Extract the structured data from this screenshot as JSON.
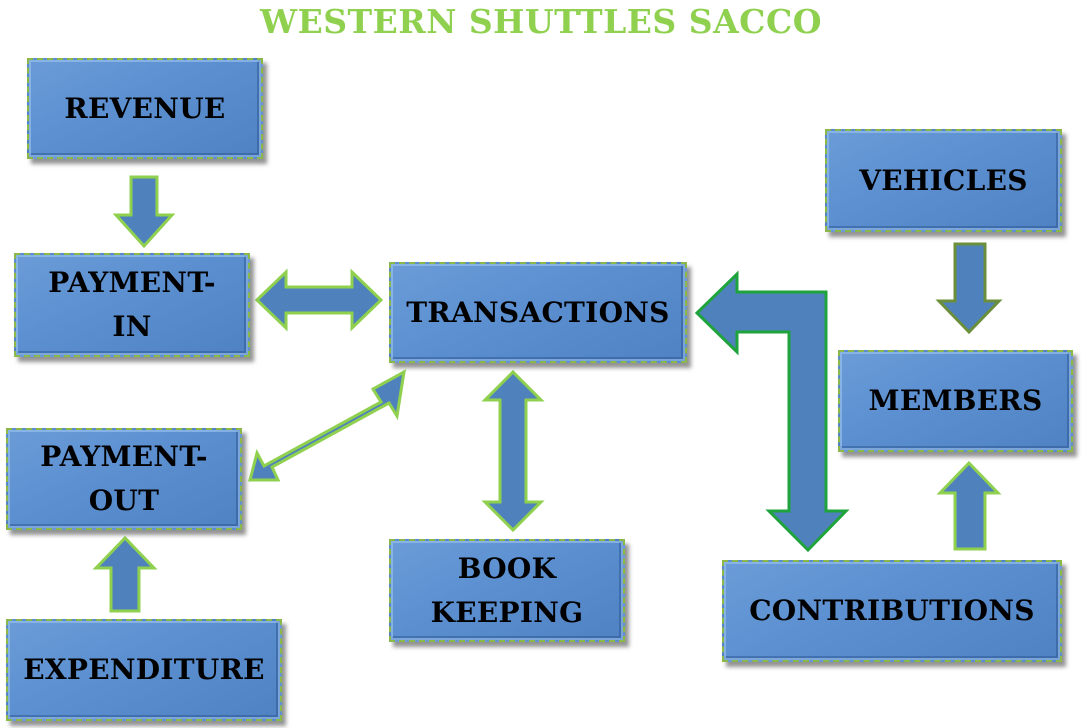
{
  "title": "WESTERN SHUTTLES SACCO",
  "colors": {
    "title": "#8fd14f",
    "box_fill": "#5b8fd0",
    "box_border": "#8cb84a",
    "arrow_fill": "#4f81bd",
    "arrow_outline_light": "#8fd14f",
    "arrow_outline_dark": "#1fa33c"
  },
  "nodes": {
    "revenue": {
      "label": "REVENUE"
    },
    "payment_in": {
      "label": "PAYMENT-\nIN"
    },
    "transactions": {
      "label": "TRANSACTIONS"
    },
    "payment_out": {
      "label": "PAYMENT-\nOUT"
    },
    "book_keeping": {
      "label": "BOOK\nKEEPING"
    },
    "expenditure": {
      "label": "EXPENDITURE"
    },
    "vehicles": {
      "label": "VEHICLES"
    },
    "members": {
      "label": "MEMBERS"
    },
    "contributions": {
      "label": "CONTRIBUTIONS"
    }
  },
  "edges": [
    {
      "from": "revenue",
      "to": "payment_in",
      "style": "one-way"
    },
    {
      "from": "payment_in",
      "to": "transactions",
      "style": "two-way"
    },
    {
      "from": "transactions",
      "to": "payment_out",
      "style": "two-way"
    },
    {
      "from": "transactions",
      "to": "book_keeping",
      "style": "two-way"
    },
    {
      "from": "expenditure",
      "to": "payment_out",
      "style": "one-way"
    },
    {
      "from": "vehicles",
      "to": "members",
      "style": "one-way"
    },
    {
      "from": "contributions",
      "to": "members",
      "style": "one-way"
    },
    {
      "from": "contributions",
      "to": "transactions",
      "style": "two-way-elbow"
    }
  ]
}
